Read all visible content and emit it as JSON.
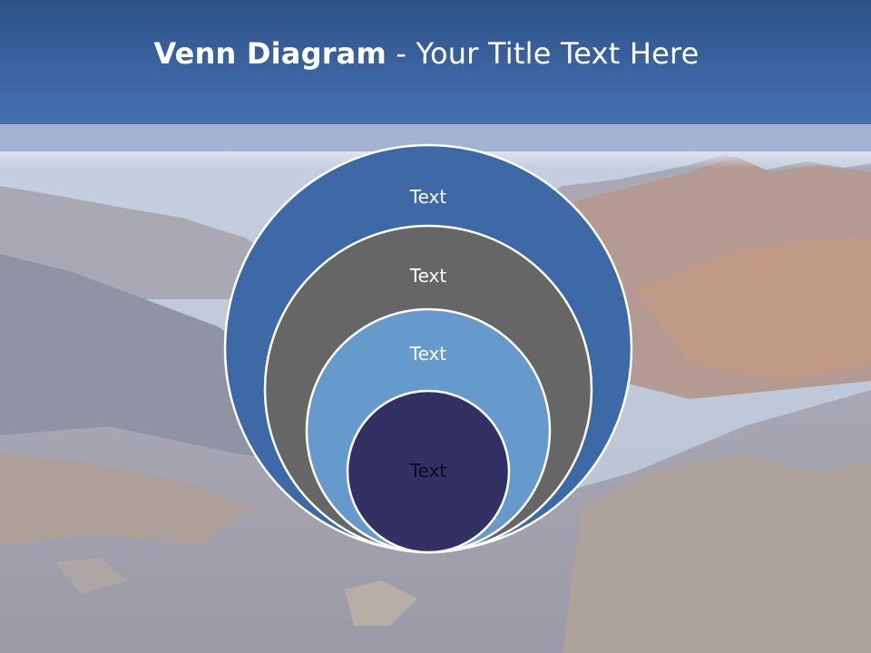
{
  "slide": {
    "title_bold": "Venn Diagram",
    "title_rest": " - Your Title Text Here"
  },
  "diagram": {
    "type": "nested-circles",
    "circles": [
      {
        "label": "Text",
        "color": "#3d69a7"
      },
      {
        "label": "Text",
        "color": "#666666"
      },
      {
        "label": "Text",
        "color": "#6699cc"
      },
      {
        "label": "Text",
        "color": "#333064"
      }
    ]
  },
  "colors": {
    "header": "#3b63a0",
    "header_band": "#a3b3d1",
    "circle_stroke": "#ffffff"
  }
}
